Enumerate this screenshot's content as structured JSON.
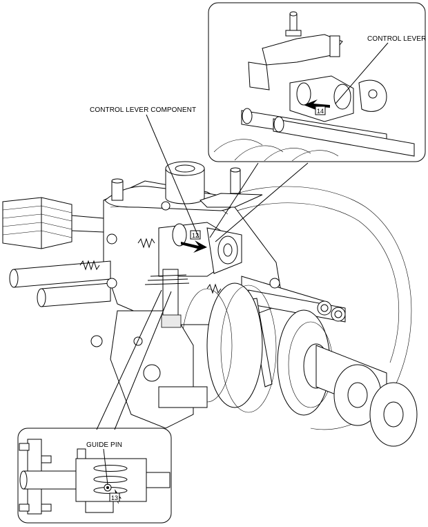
{
  "labels": {
    "control_lever": "CONTROL LEVER",
    "control_lever_component": "CONTROL LEVER COMPONENT",
    "guide_pin": "GUIDE PIN"
  },
  "steps": {
    "step_12": "12",
    "step_13": "13",
    "step_14": "14"
  }
}
